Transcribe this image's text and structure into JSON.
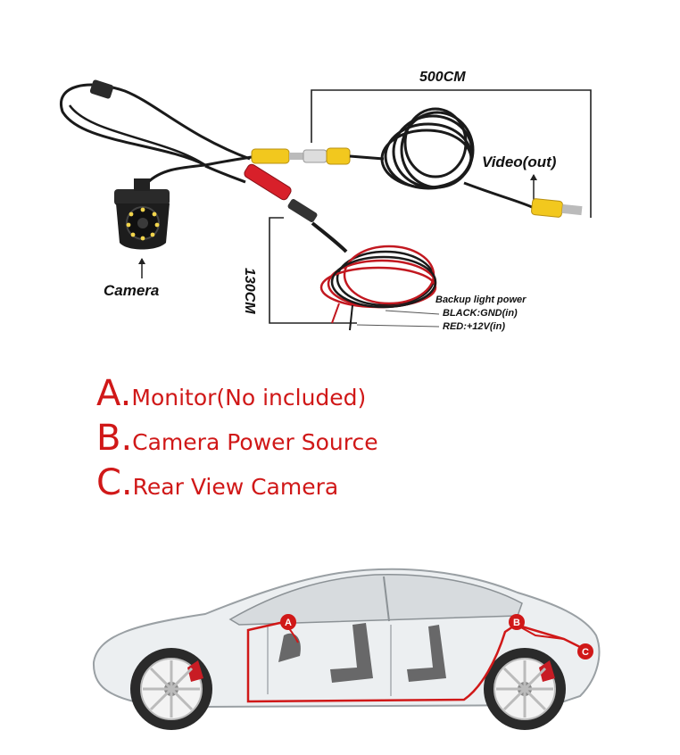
{
  "diagram": {
    "length_video": "500CM",
    "length_power": "130CM",
    "video_out_label": "Video(out)",
    "camera_label": "Camera",
    "backup_power_label": "Backup light power",
    "black_wire_label": "BLACK:GND(in)",
    "red_wire_label": "RED:+12V(in)"
  },
  "legend": [
    {
      "letter": "A.",
      "text": "Monitor(No included)"
    },
    {
      "letter": "B.",
      "text": "Camera Power Source"
    },
    {
      "letter": "C.",
      "text": "Rear View Camera"
    }
  ],
  "car_markers": [
    "A",
    "B",
    "C"
  ],
  "colors": {
    "accent_red": "#d01818",
    "wire_black": "#1a1a1a",
    "rca_yellow": "#f2c81e",
    "rca_red": "#d8202a"
  }
}
